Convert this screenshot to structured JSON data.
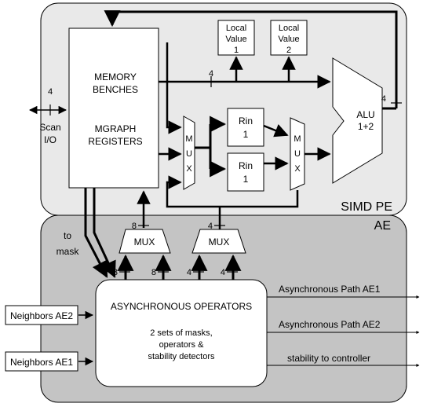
{
  "diagram": {
    "simd_pe_label": "SIMD PE",
    "ae_label": "AE",
    "memory": {
      "line1": "MEMORY",
      "line2": "BENCHES",
      "line3": "MGRAPH",
      "line4": "REGISTERS"
    },
    "local_value_1": {
      "line1": "Local",
      "line2": "Value",
      "line3": "1"
    },
    "local_value_2": {
      "line1": "Local",
      "line2": "Value",
      "line3": "2"
    },
    "alu": {
      "line1": "ALU",
      "line2": "1+2"
    },
    "mux_left_letters": [
      "M",
      "U",
      "X"
    ],
    "mux_right_letters": [
      "M",
      "U",
      "X"
    ],
    "rin_top": {
      "line1": "Rin",
      "line2": "1"
    },
    "rin_bottom": {
      "line1": "Rin",
      "line2": "1"
    },
    "scan_io": {
      "width": "4",
      "line1": "Scan",
      "line2": "I/O"
    },
    "bus_width_4_top": "4",
    "bus_width_4_alu": "4",
    "bus_width_8_mux_out": "8",
    "bus_width_4_mux_out": "4",
    "mux_small_1": "MUX",
    "mux_small_2": "MUX",
    "mux_in_labels": [
      "8",
      "8",
      "4",
      "4"
    ],
    "to_mask": {
      "line1": "to",
      "line2": "mask"
    },
    "async_ops": {
      "title": "ASYNCHRONOUS OPERATORS",
      "line1": "2 sets of masks,",
      "line2": "operators &",
      "line3": "stability detectors"
    },
    "neighbors_ae2": "Neighbors AE2",
    "neighbors_ae1": "Neighbors AE1",
    "outputs": {
      "path1": "Asynchronous Path AE1",
      "path2": "Asynchronous Path AE2",
      "stability": "stability to controller"
    }
  }
}
